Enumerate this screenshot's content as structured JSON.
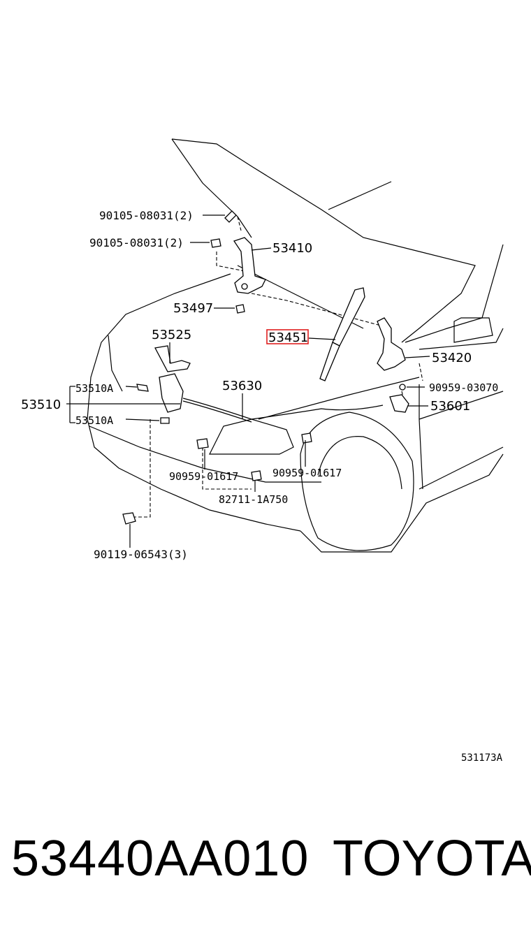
{
  "labels": {
    "bolt_upper": "90105-08031(2)",
    "bolt_lower": "90105-08031(2)",
    "hinge_left": "53410",
    "nut": "53497",
    "support_rod": "53451",
    "hinge_right": "53420",
    "lock_release": "53525",
    "lock_sub_upper": "53510A",
    "lock": "53510",
    "lock_sub_lower": "53510A",
    "cable": "53630",
    "clip_right": "90959-03070",
    "lever": "53601",
    "clip_left": "90959-01617",
    "clip_center": "90959-01617",
    "connector": "82711-1A750",
    "screw": "90119-06543(3)"
  },
  "figure_code": "531173A",
  "footer": {
    "part_number": "53440AA010",
    "brand": "TOYOTA"
  },
  "colors": {
    "line": "#000000",
    "highlight": "#e02020",
    "background": "#ffffff"
  }
}
